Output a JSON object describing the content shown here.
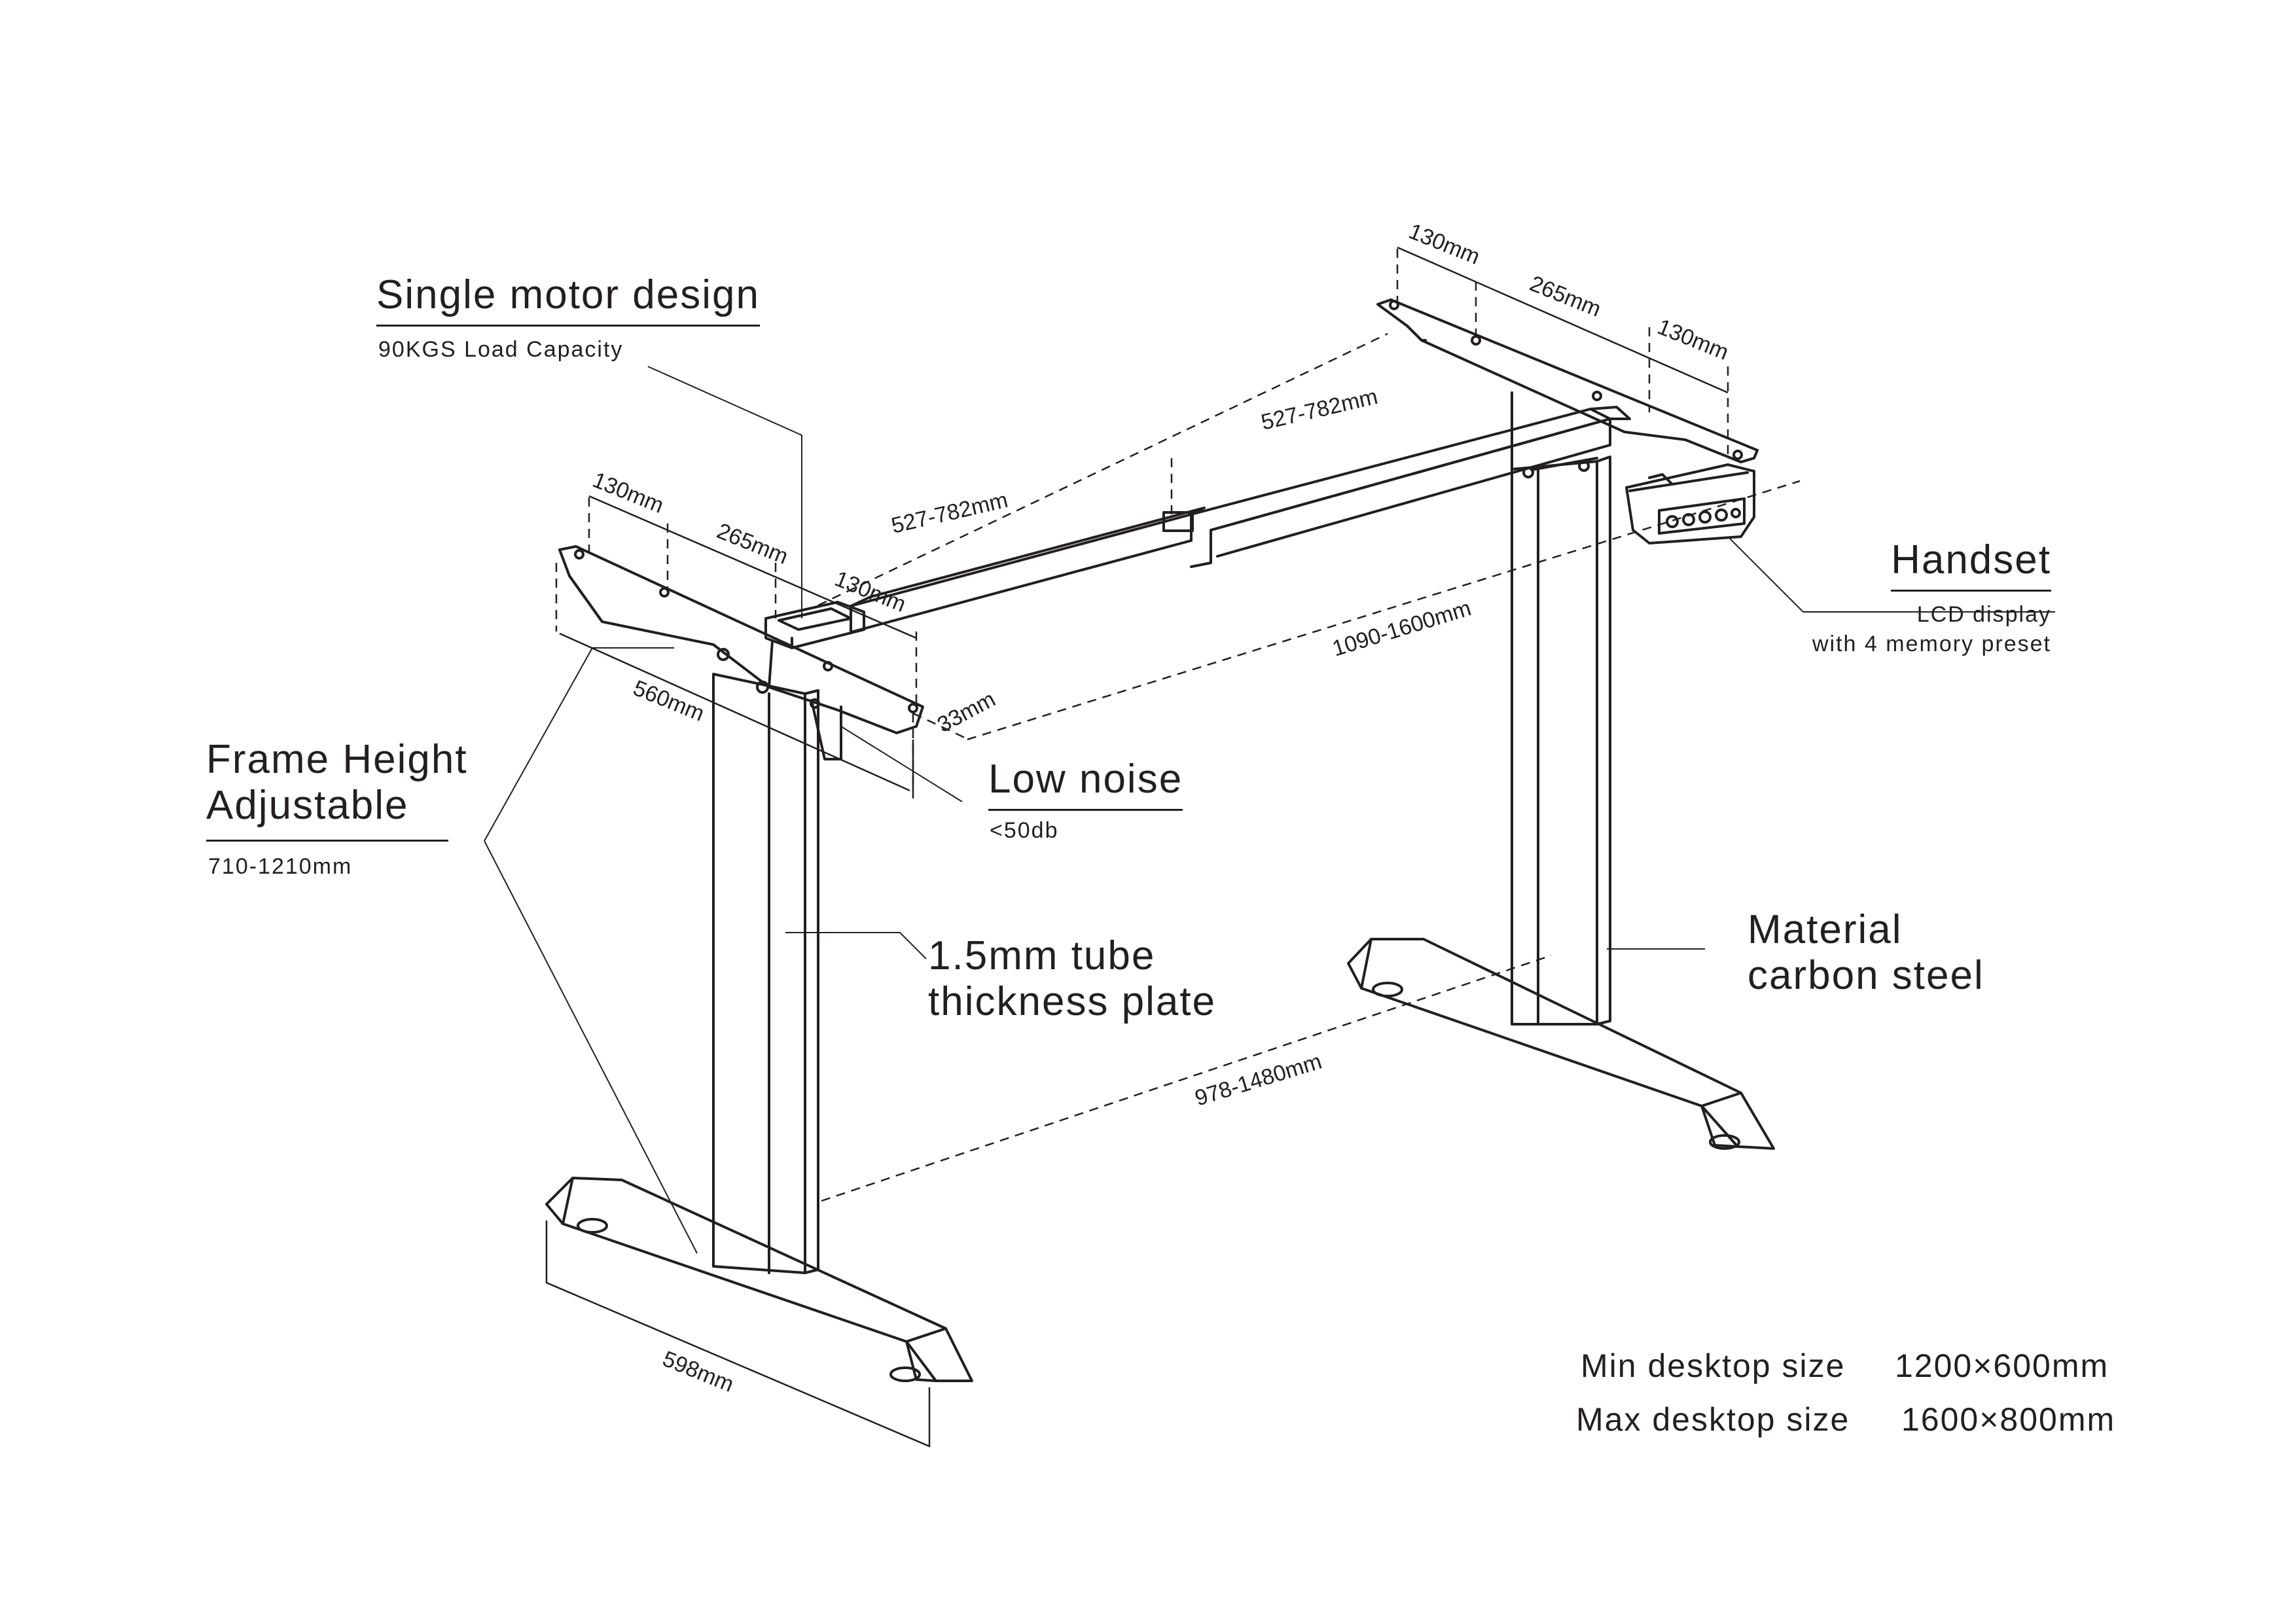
{
  "callouts": {
    "motor": {
      "title": "Single motor design",
      "subtitle": "90KGS Load Capacity"
    },
    "height": {
      "title_line1": "Frame Height",
      "title_line2": "Adjustable",
      "subtitle": "710-1210mm"
    },
    "noise": {
      "title": "Low noise",
      "subtitle": "<50db"
    },
    "tube": {
      "line1": "1.5mm tube",
      "line2": "thickness plate"
    },
    "handset": {
      "title": "Handset",
      "line1": "LCD display",
      "line2": "with 4 memory preset"
    },
    "material": {
      "line1": "Material",
      "line2": "carbon steel"
    }
  },
  "dimensions": {
    "left_top_130a": "130mm",
    "left_top_265": "265mm",
    "left_top_130b": "130mm",
    "right_top_130a": "130mm",
    "right_top_265": "265mm",
    "right_top_130b": "130mm",
    "beam_left": "527-782mm",
    "beam_right": "527-782mm",
    "overall_width": "1090-1600mm",
    "top_depth": "560mm",
    "top_thickness": "33mm",
    "foot_spacing": "978-1480mm",
    "foot_length": "598mm"
  },
  "specs": {
    "min_label": "Min desktop size",
    "min_value": "1200×600mm",
    "max_label": "Max desktop size",
    "max_value": "1600×800mm"
  },
  "colors": {
    "ink": "#231f20",
    "background": "#ffffff"
  }
}
